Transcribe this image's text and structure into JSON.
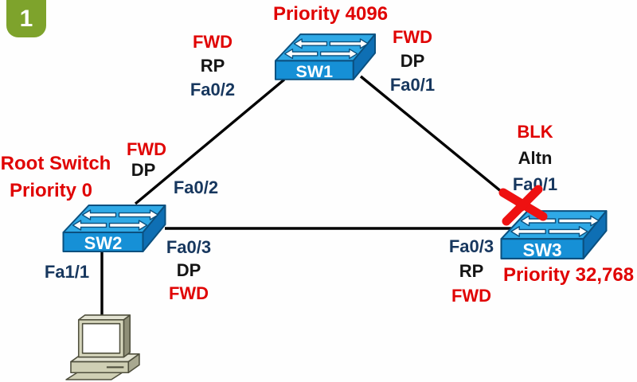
{
  "step_badge": {
    "number": "1"
  },
  "switches": {
    "sw1": {
      "name": "SW1",
      "priority": "Priority 4096"
    },
    "sw2": {
      "name": "SW2",
      "root_label": "Root Switch",
      "priority": "Priority 0"
    },
    "sw3": {
      "name": "SW3",
      "priority": "Priority 32,768"
    }
  },
  "ports": {
    "sw1_left": {
      "state": "FWD",
      "role": "RP",
      "name": "Fa0/2"
    },
    "sw1_right": {
      "state": "FWD",
      "role": "DP",
      "name": "Fa0/1"
    },
    "sw2_top": {
      "state": "FWD",
      "role": "DP",
      "name": "Fa0/2"
    },
    "sw2_right": {
      "name": "Fa0/3",
      "role": "DP",
      "state": "FWD"
    },
    "sw2_bottom": {
      "name": "Fa1/1"
    },
    "sw3_top": {
      "state": "BLK",
      "role": "Altn",
      "name": "Fa0/1"
    },
    "sw3_left": {
      "name": "Fa0/3",
      "role": "RP",
      "state": "FWD"
    }
  },
  "links": [
    {
      "from": "SW2 Fa0/2",
      "to": "SW1 Fa0/2",
      "status": "forwarding"
    },
    {
      "from": "SW1 Fa0/1",
      "to": "SW3 Fa0/1",
      "status": "blocked"
    },
    {
      "from": "SW2 Fa0/3",
      "to": "SW3 Fa0/3",
      "status": "forwarding"
    },
    {
      "from": "SW2 Fa1/1",
      "to": "PC",
      "status": "connected"
    }
  ],
  "colors": {
    "state_red": "#e00404",
    "port_navy": "#17375e",
    "role_black": "#141414",
    "badge_green": "#7ea32c",
    "switch_top": "#2fa9e6",
    "switch_front": "#1690d6",
    "switch_side": "#0e6fb4",
    "block_x_red": "#ee1111"
  }
}
